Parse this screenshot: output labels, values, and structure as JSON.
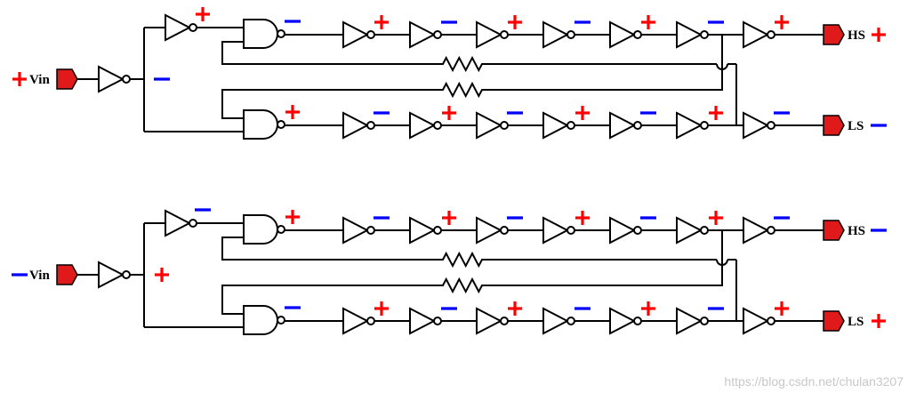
{
  "diagram": {
    "circuits": [
      {
        "input": {
          "label": "Vin",
          "sign": "plus"
        },
        "input_inverter_sign": "minus",
        "upper_gate_inverter_sign": "plus",
        "nand_signs": [
          "minus",
          "plus"
        ],
        "chain_signs": [
          [
            "plus",
            "minus",
            "plus",
            "minus",
            "plus",
            "minus",
            "plus"
          ],
          [
            "minus",
            "plus",
            "minus",
            "plus",
            "minus",
            "plus",
            "minus"
          ]
        ],
        "outputs": [
          {
            "label": "HS",
            "sign": "plus"
          },
          {
            "label": "LS",
            "sign": "minus"
          }
        ]
      },
      {
        "input": {
          "label": "Vin",
          "sign": "minus"
        },
        "input_inverter_sign": "plus",
        "upper_gate_inverter_sign": "minus",
        "nand_signs": [
          "plus",
          "minus"
        ],
        "chain_signs": [
          [
            "minus",
            "plus",
            "minus",
            "plus",
            "minus",
            "plus",
            "minus"
          ],
          [
            "plus",
            "minus",
            "plus",
            "minus",
            "plus",
            "minus",
            "plus"
          ]
        ],
        "outputs": [
          {
            "label": "HS",
            "sign": "minus"
          },
          {
            "label": "LS",
            "sign": "plus"
          }
        ]
      }
    ],
    "watermark": "https://blog.csdn.net/chulan3207",
    "colors": {
      "plus": "#ff0000",
      "minus": "#0000ff",
      "port_fill": "#e01a1a"
    }
  }
}
